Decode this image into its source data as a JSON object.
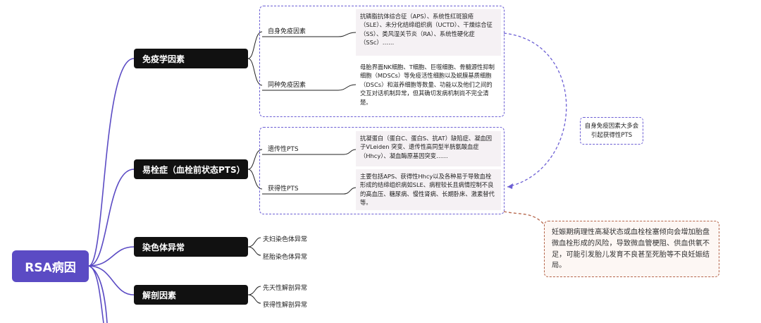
{
  "root": {
    "label": "RSA病因"
  },
  "categories": [
    {
      "label": "免疫学因素"
    },
    {
      "label": "易栓症（血栓前状态PTS）"
    },
    {
      "label": "染色体异常"
    },
    {
      "label": "解剖因素"
    }
  ],
  "immune": {
    "sub1": {
      "label": "自身免疫因素",
      "text": "抗磷脂抗体综合征（APS）、系统性红斑狼疮（SLE）、未分化结缔组织病（UCTD）、干燥综合征（SS）、类风湿关节炎（RA）、系统性硬化症（SSc）……"
    },
    "sub2": {
      "label": "同种免疫因素",
      "text": "母胎界面NK细胞、T细胞、巨噬细胞、骨髓源性抑制细胞（MDSCs）等免疫活性细胞以及蜕膜基质细胞（DSCs）和滋养细胞等数量、功能以及他们之间的交互对话机制异常，但其确切发病机制尚不完全清楚。"
    }
  },
  "thrombo": {
    "sub1": {
      "label": "遗传性PTS",
      "text": "抗凝蛋白（蛋白C、蛋白S、抗AT）缺陷症、凝血因子VLeiden 突变、遗传性高同型半胱氨酸血症（Hhcy）、凝血酶原基因突变……"
    },
    "sub2": {
      "label": "获得性PTS",
      "text": "主要包括APS、获得性Hhcy以及各种易于导致血栓形成的结缔组织病如SLE、病程较长且病情控制不良的高血压、糖尿病、慢性肾病、长期卧床、激素替代等。"
    }
  },
  "chromosome": {
    "items": [
      "夫妇染色体异常",
      "胚胎染色体异常"
    ]
  },
  "anatomy": {
    "items": [
      "先天性解剖异常",
      "获得性解剖异常"
    ]
  },
  "notes": {
    "autoimmune": "自身免疫因素大多会引起获得性PTS",
    "pregnancy": "妊娠期病理性高凝状态或血栓栓塞倾向会增加胎盘微血栓形成的风险，导致微血管梗阻、供血供氧不足，可能引发胎儿发育不良甚至死胎等不良妊娠结局。"
  },
  "colors": {
    "accent": "#5b4bc4",
    "branch": "#5b4bc4",
    "dash": "#6c5fd4",
    "note_border": "#b5654a"
  }
}
